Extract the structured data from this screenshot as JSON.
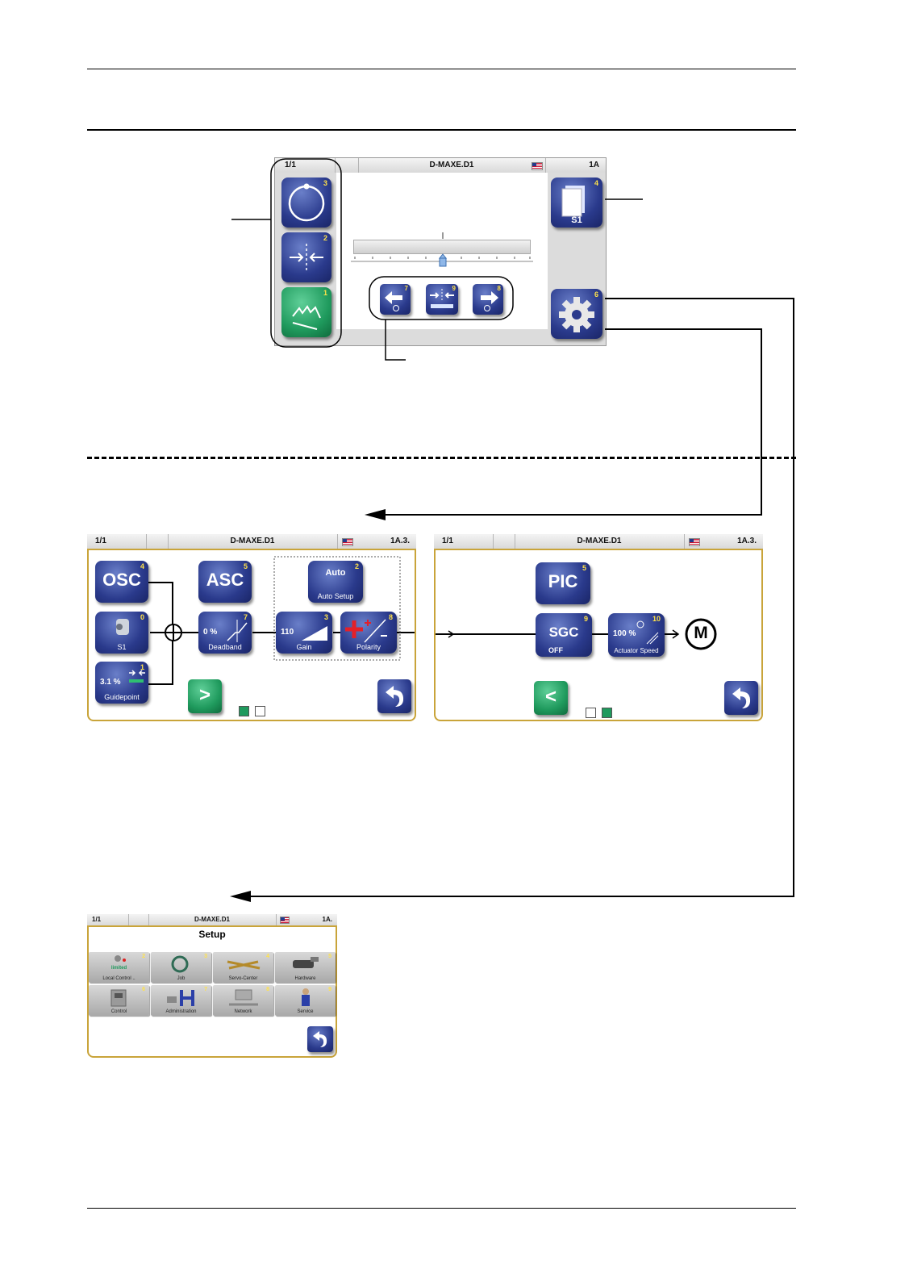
{
  "top_screen": {
    "page": "1/1",
    "title": "D-MAXE.D1",
    "id": "1A",
    "buttons": [
      {
        "label": "rotate-mode",
        "number": "3"
      },
      {
        "label": "center-mode",
        "number": "2"
      },
      {
        "label": "manual-mode",
        "number": "1"
      },
      {
        "label": "S1",
        "number": "4"
      },
      {
        "label": "setup",
        "number": "6"
      },
      {
        "label": "move-left",
        "number": "7"
      },
      {
        "label": "servo-center",
        "number": "9"
      },
      {
        "label": "move-right",
        "number": "8"
      }
    ],
    "position_indicator": 0.5
  },
  "diagram_left": {
    "page": "1/1",
    "title": "D-MAXE.D1",
    "id": "1A.3.",
    "osc": {
      "label": "OSC",
      "number": "4"
    },
    "s1": {
      "label": "S1",
      "number": "0"
    },
    "guidepoint": {
      "label": "Guidepoint",
      "number": "1",
      "value": "3.1 %"
    },
    "asc": {
      "label": "ASC",
      "number": "5"
    },
    "deadband": {
      "label": "Deadband",
      "number": "7",
      "value": "0 %"
    },
    "auto_setup": {
      "label": "Auto Setup",
      "number": "2",
      "value": "Auto"
    },
    "gain": {
      "label": "Gain",
      "number": "3",
      "value": "110"
    },
    "polarity": {
      "label": "Polarity",
      "number": "8"
    },
    "next_label": ">"
  },
  "diagram_right": {
    "page": "1/1",
    "title": "D-MAXE.D1",
    "id": "1A.3.",
    "pic": {
      "label": "PIC",
      "number": "5"
    },
    "sgc": {
      "label": "SGC",
      "number": "9",
      "value": "OFF"
    },
    "actuator_speed": {
      "label": "Actuator Speed",
      "number": "10",
      "value": "100 %"
    },
    "motor": "M",
    "prev_label": "<"
  },
  "setup_screen": {
    "page": "1/1",
    "title": "D-MAXE.D1",
    "id": "1A.",
    "heading": "Setup",
    "tiles": [
      {
        "label": "Local Control ..",
        "number": "2",
        "extra": "limited"
      },
      {
        "label": "Job",
        "number": "3"
      },
      {
        "label": "Servo-Center",
        "number": "4"
      },
      {
        "label": "Hardware",
        "number": "5"
      },
      {
        "label": "Control",
        "number": "6"
      },
      {
        "label": "Administration",
        "number": "7"
      },
      {
        "label": "Network",
        "number": "8"
      },
      {
        "label": "Service",
        "number": "9"
      }
    ]
  }
}
